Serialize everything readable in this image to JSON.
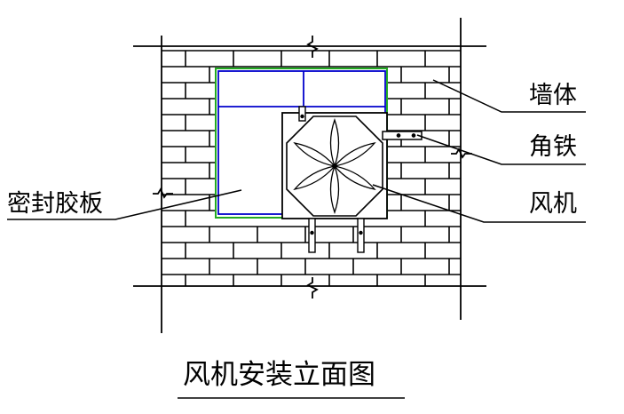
{
  "diagram": {
    "title": "风机安装立面图",
    "labels": {
      "wall": "墙体",
      "angle_iron": "角铁",
      "fan": "风机",
      "sealing_board": "密封胶板"
    }
  },
  "colors": {
    "line": "#000000",
    "frame_outline": "#22aa22",
    "panel_lines": "#0000cc",
    "background": "#ffffff"
  }
}
